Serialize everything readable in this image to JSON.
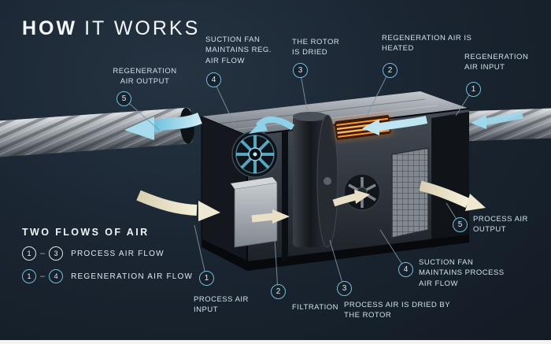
{
  "title": {
    "word_bold": "HOW",
    "word_rest": "IT WORKS"
  },
  "callouts": {
    "regen_output": {
      "number": "5",
      "label": "REGENERATION AIR OUTPUT"
    },
    "suction_fan_reg": {
      "number": "4",
      "label": "SUCTION FAN MAINTAINS REG. AIR FLOW"
    },
    "rotor_dried": {
      "number": "3",
      "label": "THE ROTOR IS DRIED"
    },
    "regen_heated": {
      "number": "2",
      "label": "REGENERATION AIR IS HEATED"
    },
    "regen_input": {
      "number": "1",
      "label": "REGENERATION AIR INPUT"
    },
    "process_input": {
      "number": "1",
      "label": "PROCESS AIR INPUT"
    },
    "filtration": {
      "number": "2",
      "label": "FILTRATION"
    },
    "process_dried": {
      "number": "3",
      "label": "PROCESS AIR IS DRIED BY THE ROTOR"
    },
    "suction_fan_proc": {
      "number": "4",
      "label": "SUCTION FAN MAINTAINS PROCESS AIR FLOW"
    },
    "process_output": {
      "number": "5",
      "label": "PROCESS AIR OUTPUT"
    }
  },
  "legend": {
    "heading": "TWO FLOWS OF AIR",
    "rows": [
      {
        "from": "1",
        "dash": "–",
        "to": "3",
        "label": "PROCESS AIR FLOW",
        "flow": "process"
      },
      {
        "from": "1",
        "dash": "–",
        "to": "4",
        "label": "REGENERATION AIR FLOW",
        "flow": "regeneration"
      }
    ]
  },
  "colors": {
    "background": "#18222d",
    "accent_cyan": "#79bcd6",
    "label_text": "#cfe2ec",
    "process_flow_color": "#efe8d2",
    "regeneration_flow_color": "#a7dcee",
    "heater_glow": "#ff9636"
  }
}
